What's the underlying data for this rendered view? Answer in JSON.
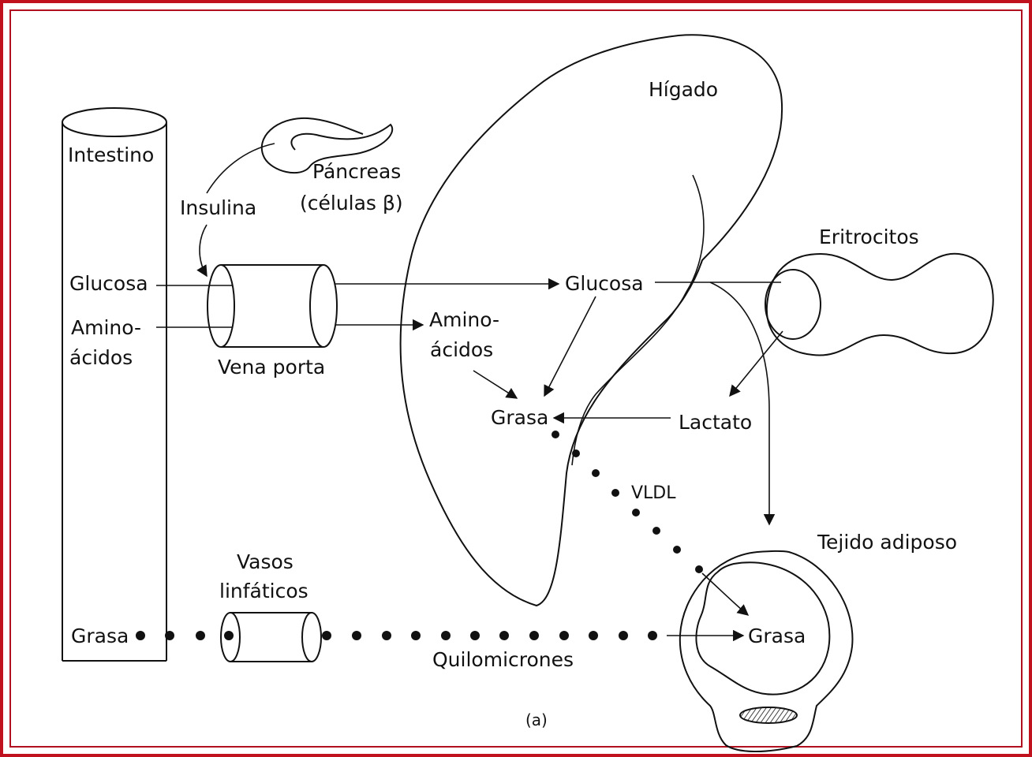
{
  "colors": {
    "frame": "#c0111f",
    "ink": "#111111"
  },
  "labels": {
    "higado": "Hígado",
    "intestino": "Intestino",
    "pancreas": "Páncreas",
    "celulas_beta": "(células β)",
    "insulina": "Insulina",
    "glucosa_left": "Glucosa",
    "amino_left_1": "Amino-",
    "amino_left_2": "ácidos",
    "vena_porta": "Vena porta",
    "glucosa_mid": "Glucosa",
    "amino_mid_1": "Amino-",
    "amino_mid_2": "ácidos",
    "grasa_liver": "Grasa",
    "lactato": "Lactato",
    "eritrocitos": "Eritrocitos",
    "vldl": "VLDL",
    "tejido_adiposo": "Tejido adiposo",
    "vasos_1": "Vasos",
    "vasos_2": "linfáticos",
    "grasa_intestine": "Grasa",
    "quilomicrones": "Quilomicrones",
    "grasa_adipose": "Grasa",
    "panel_label": "(a)"
  }
}
